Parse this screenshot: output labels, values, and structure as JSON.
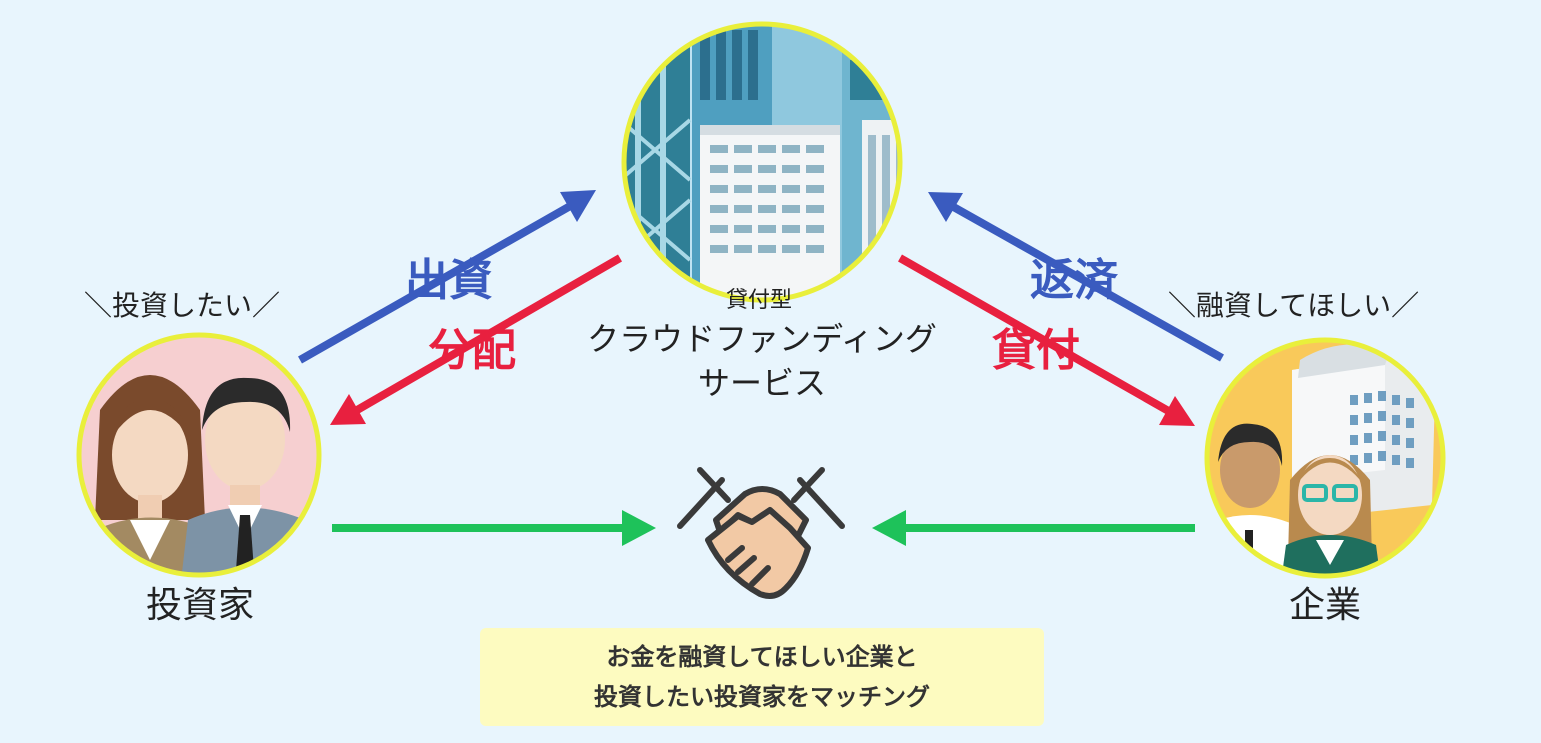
{
  "center": {
    "small_label": "貸付型",
    "title_line1": "クラウドファンディング",
    "title_line2": "サービス"
  },
  "investor": {
    "callout": "＼投資したい／",
    "label": "投資家"
  },
  "company": {
    "callout": "＼融資してほしい／",
    "label": "企業"
  },
  "flows": {
    "invest": "出資",
    "distribute": "分配",
    "repay": "返済",
    "lend": "貸付"
  },
  "bottom_note": {
    "line1": "お金を融資してほしい企業と",
    "line2": "投資したい投資家をマッチング"
  },
  "colors": {
    "blue": "#3a5bbf",
    "red": "#e8203f",
    "green": "#1ec25a",
    "ring": "#e9ef3b",
    "background": "#e8f5fd"
  }
}
